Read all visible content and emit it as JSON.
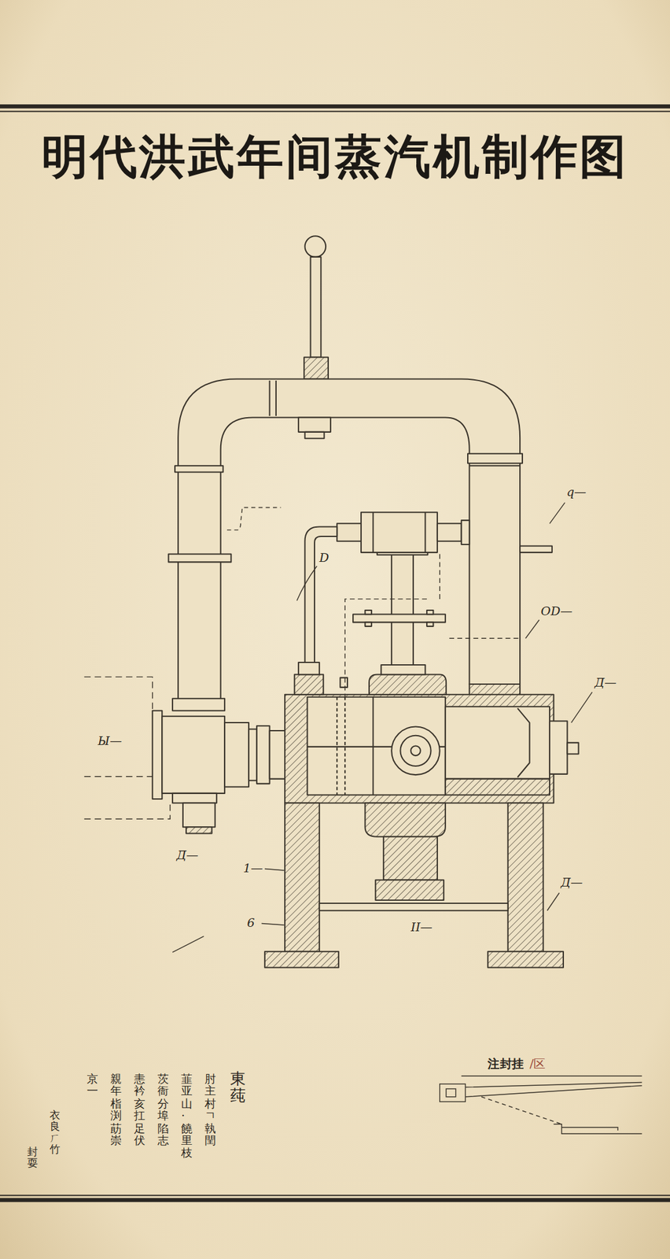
{
  "diagram": {
    "title": "明代洪武年间蒸汽机制作图",
    "labels": [
      "q—",
      "D",
      "OD—",
      "Д—",
      "Ы—",
      "Д—",
      "1—",
      "Д—",
      "6",
      "II—",
      "注封挂",
      "/区",
      "東莼",
      "肘主村ㄱ執閏",
      "韮亚山·饒里枝",
      "茨衙分埠陷志",
      "恚衿亥扛足伏",
      "親年栺渕莇崇",
      "京一",
      "衣良ㄏ竹",
      "封耍"
    ]
  }
}
